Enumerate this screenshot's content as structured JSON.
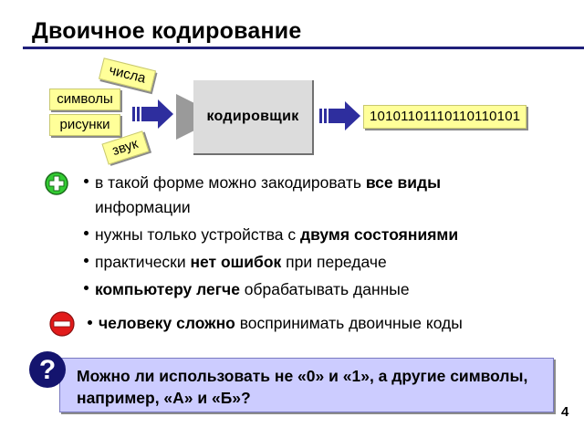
{
  "slide": {
    "title": "Двоичное кодирование",
    "page_number": "4"
  },
  "diagram": {
    "inputs": {
      "numbers": "числа",
      "symbols": "символы",
      "pictures": "рисунки",
      "sound": "звук"
    },
    "encoder_label": "кодировщик",
    "output_code": "10101101110110110101",
    "colors": {
      "tag_fill": "#ffff99",
      "arrow": "#2e2e9e",
      "encoder_fill": "#dcdcdc"
    }
  },
  "pros": {
    "icon": "plus-icon",
    "items": [
      {
        "plain1": "в такой форме можно закодировать ",
        "bold": "все виды",
        "plain2": " информации"
      },
      {
        "plain1": "нужны только устройства с ",
        "bold": "двумя состояниями",
        "plain2": ""
      },
      {
        "plain1": "практически ",
        "bold": "нет ошибок",
        "plain2": " при передаче"
      },
      {
        "plain1": "",
        "bold": "компьютеру легче",
        "plain2": " обрабатывать данные"
      }
    ]
  },
  "cons": {
    "icon": "minus-icon",
    "items": [
      {
        "plain1": "",
        "bold": "человеку сложно",
        "plain2": " воспринимать двоичные коды"
      }
    ]
  },
  "question": {
    "icon": "question-mark-icon",
    "text": "Можно ли использовать не «0» и «1», а другие символы, например, «А» и «Б»?"
  }
}
